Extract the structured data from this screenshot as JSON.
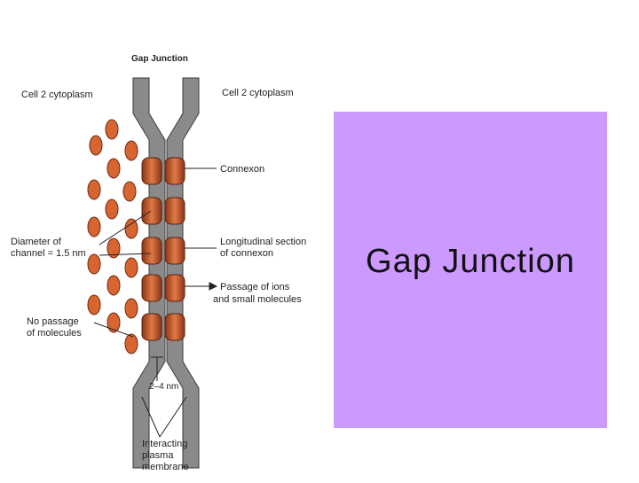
{
  "slide": {
    "title": "Gap Junction"
  },
  "figure": {
    "heading": "Gap Junction",
    "left_cytoplasm": "Cell 2 cytoplasm",
    "right_cytoplasm": "Cell 2 cytoplasm",
    "connexon": "Connexon",
    "diameter_line1": "Diameter of",
    "diameter_line2": "channel = 1.5 nm",
    "longitudinal_line1": "Longitudinal section",
    "longitudinal_line2": "of connexon",
    "passage_line1": "Passage of ions",
    "passage_line2": "and small molecules",
    "no_passage_line1": "No passage",
    "no_passage_line2": "of molecules",
    "gap_width": "2–4 nm",
    "membrane_line1": "Interacting",
    "membrane_line2": "plasma",
    "membrane_line3": "membrane"
  },
  "colors": {
    "title_box": "#cc99ff",
    "membrane": "#808080",
    "connexon": "#c0542a",
    "molecule": "#d8642f"
  }
}
